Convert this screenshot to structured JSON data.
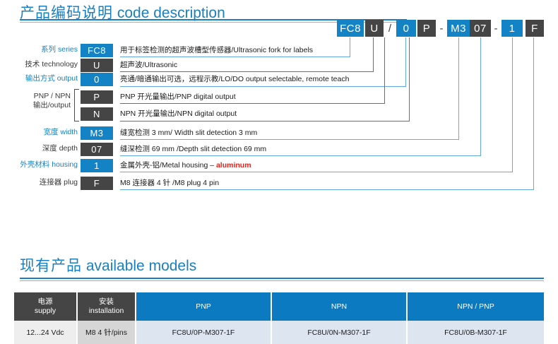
{
  "sections": {
    "code_description": {
      "cn": "产品编码说明",
      "en": "code description"
    },
    "available_models": {
      "cn": "现有产品",
      "en": "available models"
    }
  },
  "code_string": {
    "parts": [
      {
        "text": "FC8",
        "style": "blue"
      },
      {
        "text": "U",
        "style": "gray"
      },
      {
        "text": "/",
        "style": "sep"
      },
      {
        "text": "0",
        "style": "blue"
      },
      {
        "text": "P",
        "style": "gray"
      },
      {
        "text": "-",
        "style": "sep"
      },
      {
        "text": "M3",
        "style": "blue"
      },
      {
        "text": "07",
        "style": "gray"
      },
      {
        "text": "-",
        "style": "sep"
      },
      {
        "text": "1",
        "style": "blue"
      },
      {
        "text": "F",
        "style": "gray"
      }
    ]
  },
  "rows": [
    {
      "label_cn": "系列",
      "label_en": "series",
      "label_style": "blue",
      "chip": "FC8",
      "chip_style": "blue",
      "desc_cn": "用于标签检测的超声波槽型传感器",
      "desc_en": "/Ultrasonic fork for labels"
    },
    {
      "label_cn": "技术",
      "label_en": "technology",
      "label_style": "gray",
      "chip": "U",
      "chip_style": "gray",
      "desc_cn": "超声波",
      "desc_en": "/Ultrasonic"
    },
    {
      "label_cn": "输出方式",
      "label_en": "output",
      "label_style": "blue",
      "chip": "0",
      "chip_style": "blue",
      "desc_cn": "亮通/暗通输出可选，远程示教",
      "desc_en": "/LO/DO output selectable, remote teach"
    },
    {
      "label_cn": "PNP / NPN",
      "label_en": "输出/output",
      "label_style": "gray",
      "chip": "P",
      "chip_style": "gray",
      "desc_cn": "PNP 开光量输出",
      "desc_en": "/PNP digital output"
    },
    {
      "label_cn": "",
      "label_en": "",
      "label_style": "gray",
      "chip": "N",
      "chip_style": "gray",
      "desc_cn": "NPN 开光量输出",
      "desc_en": "/NPN digital output"
    },
    {
      "label_cn": "宽度",
      "label_en": "width",
      "label_style": "blue",
      "chip": "M3",
      "chip_style": "blue",
      "desc_cn": "缝宽检测 3 mm",
      "desc_en": "/ Width slit detection 3 mm"
    },
    {
      "label_cn": "深度",
      "label_en": "depth",
      "label_style": "gray",
      "chip": "07",
      "chip_style": "gray",
      "desc_cn": "缝深检测 69 mm ",
      "desc_en": "/Depth slit detection 69 mm"
    },
    {
      "label_cn": "外壳材料",
      "label_en": "housing",
      "label_style": "blue",
      "chip": "1",
      "chip_style": "blue",
      "desc_cn": "金属外壳-铝",
      "desc_en": "/Metal housing – ",
      "desc_hl": "aluminum"
    },
    {
      "label_cn": "连接器",
      "label_en": "plug",
      "label_style": "gray",
      "chip": "F",
      "chip_style": "gray",
      "desc_cn": "M8 连接器 4 针 ",
      "desc_en": "/M8 plug 4 pin"
    }
  ],
  "table": {
    "headers": [
      {
        "cn": "电源",
        "en": "supply",
        "style": "dark"
      },
      {
        "cn": "安装",
        "en": "installation",
        "style": "dark"
      },
      {
        "cn": "",
        "en": "PNP",
        "style": "blue"
      },
      {
        "cn": "",
        "en": "NPN",
        "style": "blue"
      },
      {
        "cn": "",
        "en": "NPN / PNP",
        "style": "blue"
      }
    ],
    "row": [
      {
        "value": "12...24 Vdc",
        "style": "gray1"
      },
      {
        "value": "M8 4 针/pins",
        "style": "gray2"
      },
      {
        "value": "FC8U/0P-M307-1F",
        "style": "tint"
      },
      {
        "value": "FC8U/0N-M307-1F",
        "style": "tint"
      },
      {
        "value": "FC8U/0B-M307-1F",
        "style": "tint"
      }
    ]
  },
  "colors": {
    "brand_blue": "#1383c6",
    "dark_gray": "#454545",
    "highlight_red": "#e2211c",
    "line_blue": "#62a9dd",
    "line_gray": "#6d6d6d"
  }
}
